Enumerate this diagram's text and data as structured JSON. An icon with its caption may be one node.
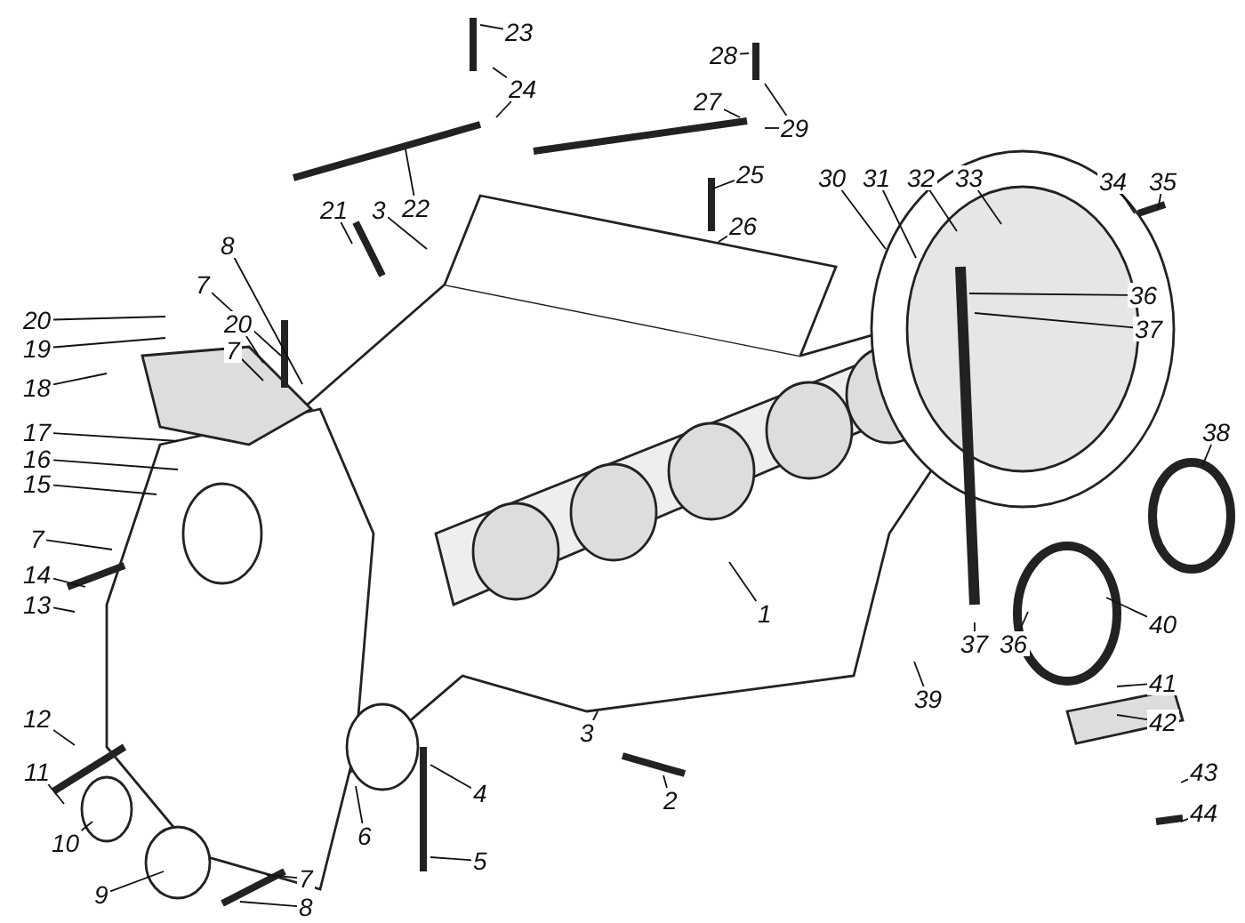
{
  "diagram": {
    "nodes": [
      {
        "text": [
          "23"
        ]
      },
      {
        "text": [
          "24"
        ]
      },
      {
        "text": [
          "22"
        ]
      },
      {
        "text": [
          "21"
        ]
      },
      {
        "text": [
          "3"
        ]
      },
      {
        "text": [
          "28"
        ]
      },
      {
        "text": [
          "27"
        ]
      },
      {
        "text": [
          "29"
        ]
      },
      {
        "text": [
          "25"
        ]
      },
      {
        "text": [
          "26"
        ]
      },
      {
        "text": [
          "30"
        ]
      },
      {
        "text": [
          "31"
        ]
      },
      {
        "text": [
          "32"
        ]
      },
      {
        "text": [
          "33"
        ]
      },
      {
        "text": [
          "34"
        ]
      },
      {
        "text": [
          "35"
        ]
      },
      {
        "text": [
          "36"
        ]
      },
      {
        "text": [
          "37"
        ]
      },
      {
        "text": [
          "38"
        ]
      },
      {
        "text": [
          "8"
        ]
      },
      {
        "text": [
          "7"
        ]
      },
      {
        "text": [
          "20"
        ]
      },
      {
        "text": [
          "7"
        ]
      },
      {
        "text": [
          "20"
        ]
      },
      {
        "text": [
          "19"
        ]
      },
      {
        "text": [
          "18"
        ]
      },
      {
        "text": [
          "17"
        ]
      },
      {
        "text": [
          "16"
        ]
      },
      {
        "text": [
          "15"
        ]
      },
      {
        "text": [
          "7"
        ]
      },
      {
        "text": [
          "14"
        ]
      },
      {
        "text": [
          "13"
        ]
      },
      {
        "text": [
          "12"
        ]
      },
      {
        "text": [
          "11"
        ]
      },
      {
        "text": [
          "10"
        ]
      },
      {
        "text": [
          "9"
        ]
      },
      {
        "text": [
          "8"
        ]
      },
      {
        "text": [
          "7"
        ]
      },
      {
        "text": [
          "6"
        ]
      },
      {
        "text": [
          "5"
        ]
      },
      {
        "text": [
          "4"
        ]
      },
      {
        "text": [
          "3"
        ]
      },
      {
        "text": [
          "2"
        ]
      },
      {
        "text": [
          "1"
        ]
      },
      {
        "text": [
          "39"
        ]
      },
      {
        "text": [
          "37"
        ]
      },
      {
        "text": [
          "36"
        ]
      },
      {
        "text": [
          "40"
        ]
      },
      {
        "text": [
          "41"
        ]
      },
      {
        "text": [
          "42"
        ]
      },
      {
        "text": [
          "43"
        ]
      },
      {
        "text": [
          "44"
        ]
      }
    ],
    "edges": [
      {
        "from": 0,
        "to": null,
        "arrow": "none"
      },
      {
        "from": 1,
        "to": null,
        "arrow": "none"
      },
      {
        "from": 1,
        "to": null,
        "arrow": "none"
      },
      {
        "from": 2,
        "to": null,
        "arrow": "none"
      },
      {
        "from": 3,
        "to": null,
        "arrow": "none"
      },
      {
        "from": 4,
        "to": null,
        "arrow": "none"
      },
      {
        "from": 5,
        "to": null,
        "arrow": "none"
      },
      {
        "from": 6,
        "to": null,
        "arrow": "none"
      },
      {
        "from": 7,
        "to": null,
        "arrow": "none"
      },
      {
        "from": 7,
        "to": null,
        "arrow": "none"
      },
      {
        "from": 8,
        "to": null,
        "arrow": "none"
      },
      {
        "from": 9,
        "to": null,
        "arrow": "none"
      },
      {
        "from": 10,
        "to": null,
        "arrow": "none"
      },
      {
        "from": 11,
        "to": null,
        "arrow": "none"
      },
      {
        "from": 12,
        "to": null,
        "arrow": "none"
      },
      {
        "from": 13,
        "to": null,
        "arrow": "none"
      },
      {
        "from": 14,
        "to": null,
        "arrow": "none"
      },
      {
        "from": 15,
        "to": null,
        "arrow": "none"
      },
      {
        "from": 16,
        "to": null,
        "arrow": "none"
      },
      {
        "from": 17,
        "to": null,
        "arrow": "none"
      },
      {
        "from": 18,
        "to": null,
        "arrow": "none"
      },
      {
        "from": 19,
        "to": null,
        "arrow": "none"
      },
      {
        "from": 20,
        "to": null,
        "arrow": "none"
      },
      {
        "from": 21,
        "to": null,
        "arrow": "none"
      },
      {
        "from": 22,
        "to": null,
        "arrow": "none"
      },
      {
        "from": 23,
        "to": null,
        "arrow": "none"
      },
      {
        "from": 24,
        "to": null,
        "arrow": "none"
      },
      {
        "from": 25,
        "to": null,
        "arrow": "none"
      },
      {
        "from": 26,
        "to": null,
        "arrow": "none"
      },
      {
        "from": 27,
        "to": null,
        "arrow": "none"
      },
      {
        "from": 28,
        "to": null,
        "arrow": "none"
      },
      {
        "from": 29,
        "to": null,
        "arrow": "none"
      },
      {
        "from": 30,
        "to": null,
        "arrow": "none"
      },
      {
        "from": 31,
        "to": null,
        "arrow": "none"
      },
      {
        "from": 32,
        "to": null,
        "arrow": "none"
      },
      {
        "from": 33,
        "to": null,
        "arrow": "none"
      },
      {
        "from": 34,
        "to": null,
        "arrow": "none"
      },
      {
        "from": 35,
        "to": null,
        "arrow": "none"
      },
      {
        "from": 36,
        "to": null,
        "arrow": "none"
      },
      {
        "from": 37,
        "to": null,
        "arrow": "none"
      },
      {
        "from": 38,
        "to": null,
        "arrow": "none"
      },
      {
        "from": 39,
        "to": null,
        "arrow": "none"
      },
      {
        "from": 40,
        "to": null,
        "arrow": "none"
      },
      {
        "from": 41,
        "to": null,
        "arrow": "none"
      },
      {
        "from": 42,
        "to": null,
        "arrow": "none"
      },
      {
        "from": 43,
        "to": null,
        "arrow": "none"
      },
      {
        "from": 44,
        "to": null,
        "arrow": "none"
      },
      {
        "from": 45,
        "to": null,
        "arrow": "none"
      },
      {
        "from": 46,
        "to": null,
        "arrow": "none"
      },
      {
        "from": 47,
        "to": null,
        "arrow": "none"
      },
      {
        "from": 48,
        "to": null,
        "arrow": "none"
      },
      {
        "from": 49,
        "to": null,
        "arrow": "none"
      },
      {
        "from": 50,
        "to": null,
        "arrow": "none"
      },
      {
        "from": 51,
        "to": null,
        "arrow": "none"
      }
    ]
  }
}
